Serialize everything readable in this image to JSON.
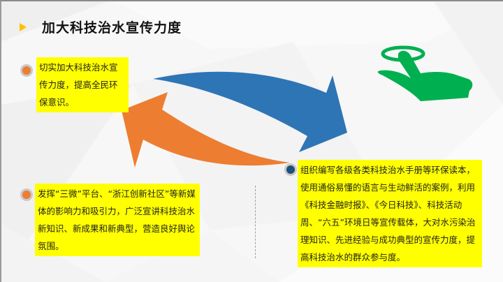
{
  "slide": {
    "title": "加大科技治水宣传力度",
    "colors": {
      "accent_triangle": "#ffc000",
      "highlight": "#ffff00",
      "arrow_blue": "#2e75b6",
      "arrow_orange": "#ed7d31",
      "hand_green": "#00b050",
      "bullet_orange": "#ed7d31",
      "bullet_navy": "#1f4e79"
    },
    "boxes": [
      {
        "text": "切实加大科技治水宣传力度，提高全民环保意识。"
      },
      {
        "text": "发挥“三微”平台、“浙江创新社区”等新媒体的影响力和吸引力，广泛宣讲科技治水新知识、新成果和新典型，营造良好舆论氛围。"
      },
      {
        "text": "组织编写各级各类科技治水手册等环保读本，使用通俗易懂的语言与生动鲜活的案例，利用《科技金融时报》、《今日科技》、科技活动周、“六五”环境日等宣传载体，大对水污染治理知识、先进经验与成功典型的宣传力度，提高科技治水的群众参与度。"
      }
    ],
    "icons": {
      "title_marker": "triangle-right-icon",
      "hand": "touch-hand-icon",
      "arrow_right": "curved-arrow-right-icon",
      "arrow_left": "curved-arrow-left-icon"
    }
  }
}
